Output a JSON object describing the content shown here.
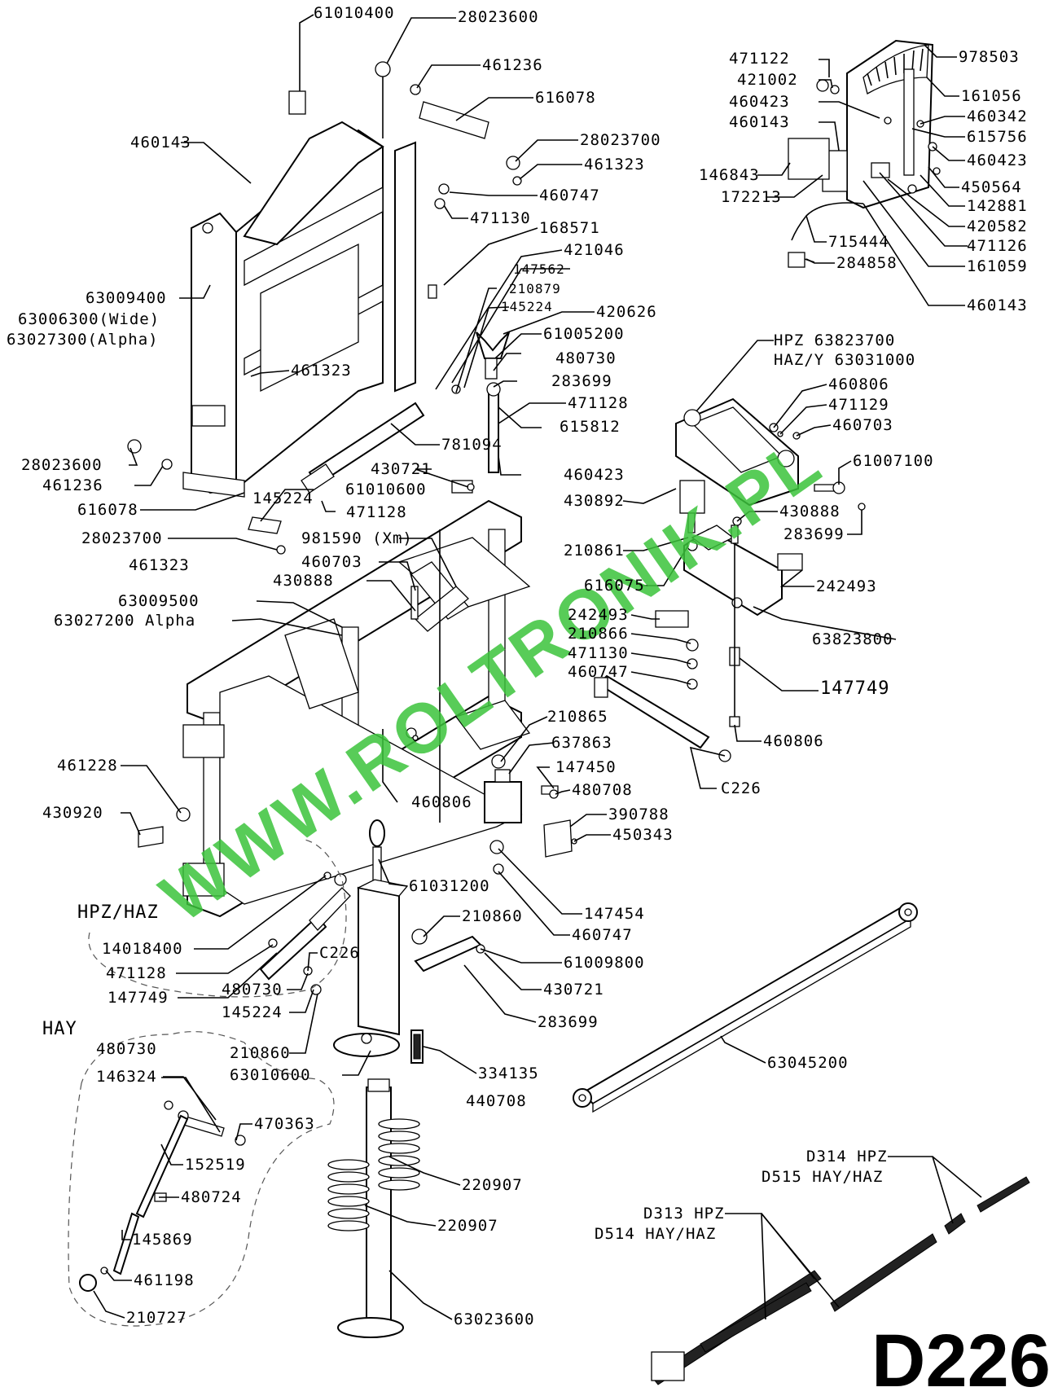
{
  "diagram_code": "D226",
  "watermark": "WWW.ROLTRONIK.PL",
  "section_labels": [
    "HPZ/HAZ",
    "HAY"
  ],
  "labels": [
    {
      "id": "l1",
      "text": "61010400"
    },
    {
      "id": "l2",
      "text": "28023600"
    },
    {
      "id": "l3",
      "text": "461236"
    },
    {
      "id": "l4",
      "text": "616078"
    },
    {
      "id": "l5",
      "text": "460143"
    },
    {
      "id": "l6",
      "text": "28023700"
    },
    {
      "id": "l7",
      "text": "461323"
    },
    {
      "id": "l8",
      "text": "460747"
    },
    {
      "id": "l9",
      "text": "471130"
    },
    {
      "id": "l10",
      "text": "168571"
    },
    {
      "id": "l11",
      "text": "421046"
    },
    {
      "id": "l12",
      "text": "147562"
    },
    {
      "id": "l13",
      "text": "210879"
    },
    {
      "id": "l14",
      "text": "145224"
    },
    {
      "id": "l15",
      "text": "420626"
    },
    {
      "id": "l16",
      "text": "61005200"
    },
    {
      "id": "l17",
      "text": "480730"
    },
    {
      "id": "l18",
      "text": "283699"
    },
    {
      "id": "l19",
      "text": "471128"
    },
    {
      "id": "l20",
      "text": "615812"
    },
    {
      "id": "l21",
      "text": "63009400"
    },
    {
      "id": "l22",
      "text": "63006300(Wide)"
    },
    {
      "id": "l23",
      "text": "63027300(Alpha)"
    },
    {
      "id": "l24",
      "text": "461323"
    },
    {
      "id": "l25",
      "text": "781094"
    },
    {
      "id": "l26",
      "text": "460423"
    },
    {
      "id": "l27",
      "text": "28023600"
    },
    {
      "id": "l28",
      "text": "461236"
    },
    {
      "id": "l29",
      "text": "616078"
    },
    {
      "id": "l30",
      "text": "145224"
    },
    {
      "id": "l31",
      "text": "430721"
    },
    {
      "id": "l32",
      "text": "61010600"
    },
    {
      "id": "l33",
      "text": "471128"
    },
    {
      "id": "l34",
      "text": "28023700"
    },
    {
      "id": "l35",
      "text": "461323"
    },
    {
      "id": "l36",
      "text": "981590 (Xm)"
    },
    {
      "id": "l37",
      "text": "460703"
    },
    {
      "id": "l38",
      "text": "430888"
    },
    {
      "id": "l39",
      "text": "63009500"
    },
    {
      "id": "l40",
      "text": "63027200 Alpha"
    },
    {
      "id": "l41",
      "text": "471122"
    },
    {
      "id": "l42",
      "text": "421002"
    },
    {
      "id": "l43",
      "text": "460423"
    },
    {
      "id": "l44",
      "text": "460143"
    },
    {
      "id": "l45",
      "text": "146843"
    },
    {
      "id": "l46",
      "text": "172213"
    },
    {
      "id": "l47",
      "text": "978503"
    },
    {
      "id": "l48",
      "text": "161056"
    },
    {
      "id": "l49",
      "text": "460342"
    },
    {
      "id": "l50",
      "text": "615756"
    },
    {
      "id": "l51",
      "text": "460423"
    },
    {
      "id": "l52",
      "text": "450564"
    },
    {
      "id": "l53",
      "text": "142881"
    },
    {
      "id": "l54",
      "text": "420582"
    },
    {
      "id": "l55",
      "text": "471126"
    },
    {
      "id": "l56",
      "text": "161059"
    },
    {
      "id": "l57",
      "text": "715444"
    },
    {
      "id": "l58",
      "text": "284858"
    },
    {
      "id": "l59",
      "text": "460143"
    },
    {
      "id": "l60",
      "text": "HPZ    63823700"
    },
    {
      "id": "l61",
      "text": "HAZ/Y 63031000"
    },
    {
      "id": "l62",
      "text": "460806"
    },
    {
      "id": "l63",
      "text": "471129"
    },
    {
      "id": "l64",
      "text": "460703"
    },
    {
      "id": "l65",
      "text": "61007100"
    },
    {
      "id": "l66",
      "text": "430892"
    },
    {
      "id": "l67",
      "text": "430888"
    },
    {
      "id": "l68",
      "text": "283699"
    },
    {
      "id": "l69",
      "text": "210861"
    },
    {
      "id": "l70",
      "text": "616075"
    },
    {
      "id": "l71",
      "text": "242493"
    },
    {
      "id": "l72",
      "text": "242493"
    },
    {
      "id": "l73",
      "text": "210866"
    },
    {
      "id": "l74",
      "text": "471130"
    },
    {
      "id": "l75",
      "text": "460747"
    },
    {
      "id": "l76",
      "text": "63823800"
    },
    {
      "id": "l77",
      "text": "147749"
    },
    {
      "id": "l78",
      "text": "460806"
    },
    {
      "id": "l79",
      "text": "210865"
    },
    {
      "id": "l80",
      "text": "637863"
    },
    {
      "id": "l81",
      "text": "147450"
    },
    {
      "id": "l82",
      "text": "480708"
    },
    {
      "id": "l83",
      "text": "C226"
    },
    {
      "id": "l84",
      "text": "390788"
    },
    {
      "id": "l85",
      "text": "450343"
    },
    {
      "id": "l86",
      "text": "461228"
    },
    {
      "id": "l87",
      "text": "430920"
    },
    {
      "id": "l88",
      "text": "460806"
    },
    {
      "id": "l89",
      "text": "61031200"
    },
    {
      "id": "l90",
      "text": "147454"
    },
    {
      "id": "l91",
      "text": "460747"
    },
    {
      "id": "l92",
      "text": "14018400"
    },
    {
      "id": "l93",
      "text": "471128"
    },
    {
      "id": "l94",
      "text": "147749"
    },
    {
      "id": "l95",
      "text": "C226"
    },
    {
      "id": "l96",
      "text": "480730"
    },
    {
      "id": "l97",
      "text": "145224"
    },
    {
      "id": "l98",
      "text": "210860"
    },
    {
      "id": "l99",
      "text": "210860"
    },
    {
      "id": "l100",
      "text": "61009800"
    },
    {
      "id": "l101",
      "text": "430721"
    },
    {
      "id": "l102",
      "text": "283699"
    },
    {
      "id": "l103",
      "text": "63010600"
    },
    {
      "id": "l104",
      "text": "334135"
    },
    {
      "id": "l105",
      "text": "440708"
    },
    {
      "id": "l106",
      "text": "63045200"
    },
    {
      "id": "l107",
      "text": "480730"
    },
    {
      "id": "l108",
      "text": "146324"
    },
    {
      "id": "l109",
      "text": "470363"
    },
    {
      "id": "l110",
      "text": "152519"
    },
    {
      "id": "l111",
      "text": "480724"
    },
    {
      "id": "l112",
      "text": "145869"
    },
    {
      "id": "l113",
      "text": "461198"
    },
    {
      "id": "l114",
      "text": "210727"
    },
    {
      "id": "l115",
      "text": "220907"
    },
    {
      "id": "l116",
      "text": "220907"
    },
    {
      "id": "l117",
      "text": "63023600"
    },
    {
      "id": "l118",
      "text": "D314 HPZ"
    },
    {
      "id": "l119",
      "text": "D515 HAY/HAZ"
    },
    {
      "id": "l120",
      "text": "D313 HPZ"
    },
    {
      "id": "l121",
      "text": "D514 HAY/HAZ"
    }
  ]
}
